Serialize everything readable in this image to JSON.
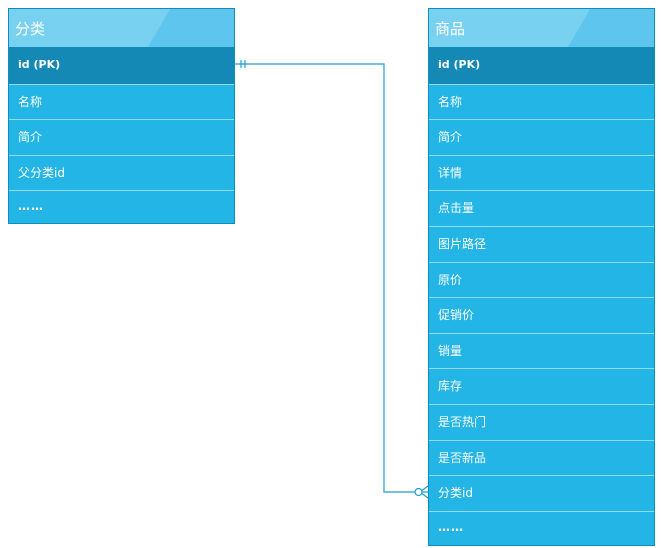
{
  "diagram": {
    "entities": [
      {
        "id": "category",
        "title": "分类",
        "fields": [
          {
            "name": "id (PK)",
            "type": "pk"
          },
          {
            "name": "名称"
          },
          {
            "name": "简介"
          },
          {
            "name": "父分类id"
          },
          {
            "name": "……",
            "type": "ellipsis"
          }
        ]
      },
      {
        "id": "product",
        "title": "商品",
        "fields": [
          {
            "name": "id (PK)",
            "type": "pk"
          },
          {
            "name": "名称"
          },
          {
            "name": "简介"
          },
          {
            "name": "详情"
          },
          {
            "name": "点击量"
          },
          {
            "name": "图片路径"
          },
          {
            "name": "原价"
          },
          {
            "name": "促销价"
          },
          {
            "name": "销量"
          },
          {
            "name": "库存"
          },
          {
            "name": "是否热门"
          },
          {
            "name": "是否新品"
          },
          {
            "name": "分类id"
          },
          {
            "name": "……",
            "type": "ellipsis"
          }
        ]
      }
    ],
    "relationship": {
      "from": "category.id (PK)",
      "to": "product.分类id",
      "from_cardinality": "exactly-one",
      "to_cardinality": "zero-or-many",
      "color": "#1e9fcf"
    }
  },
  "colors": {
    "row": "#22b5e6",
    "pk_row": "#1489b6",
    "header": "#79d1f1",
    "border": "#0f8dbb",
    "text": "#ffffff"
  }
}
